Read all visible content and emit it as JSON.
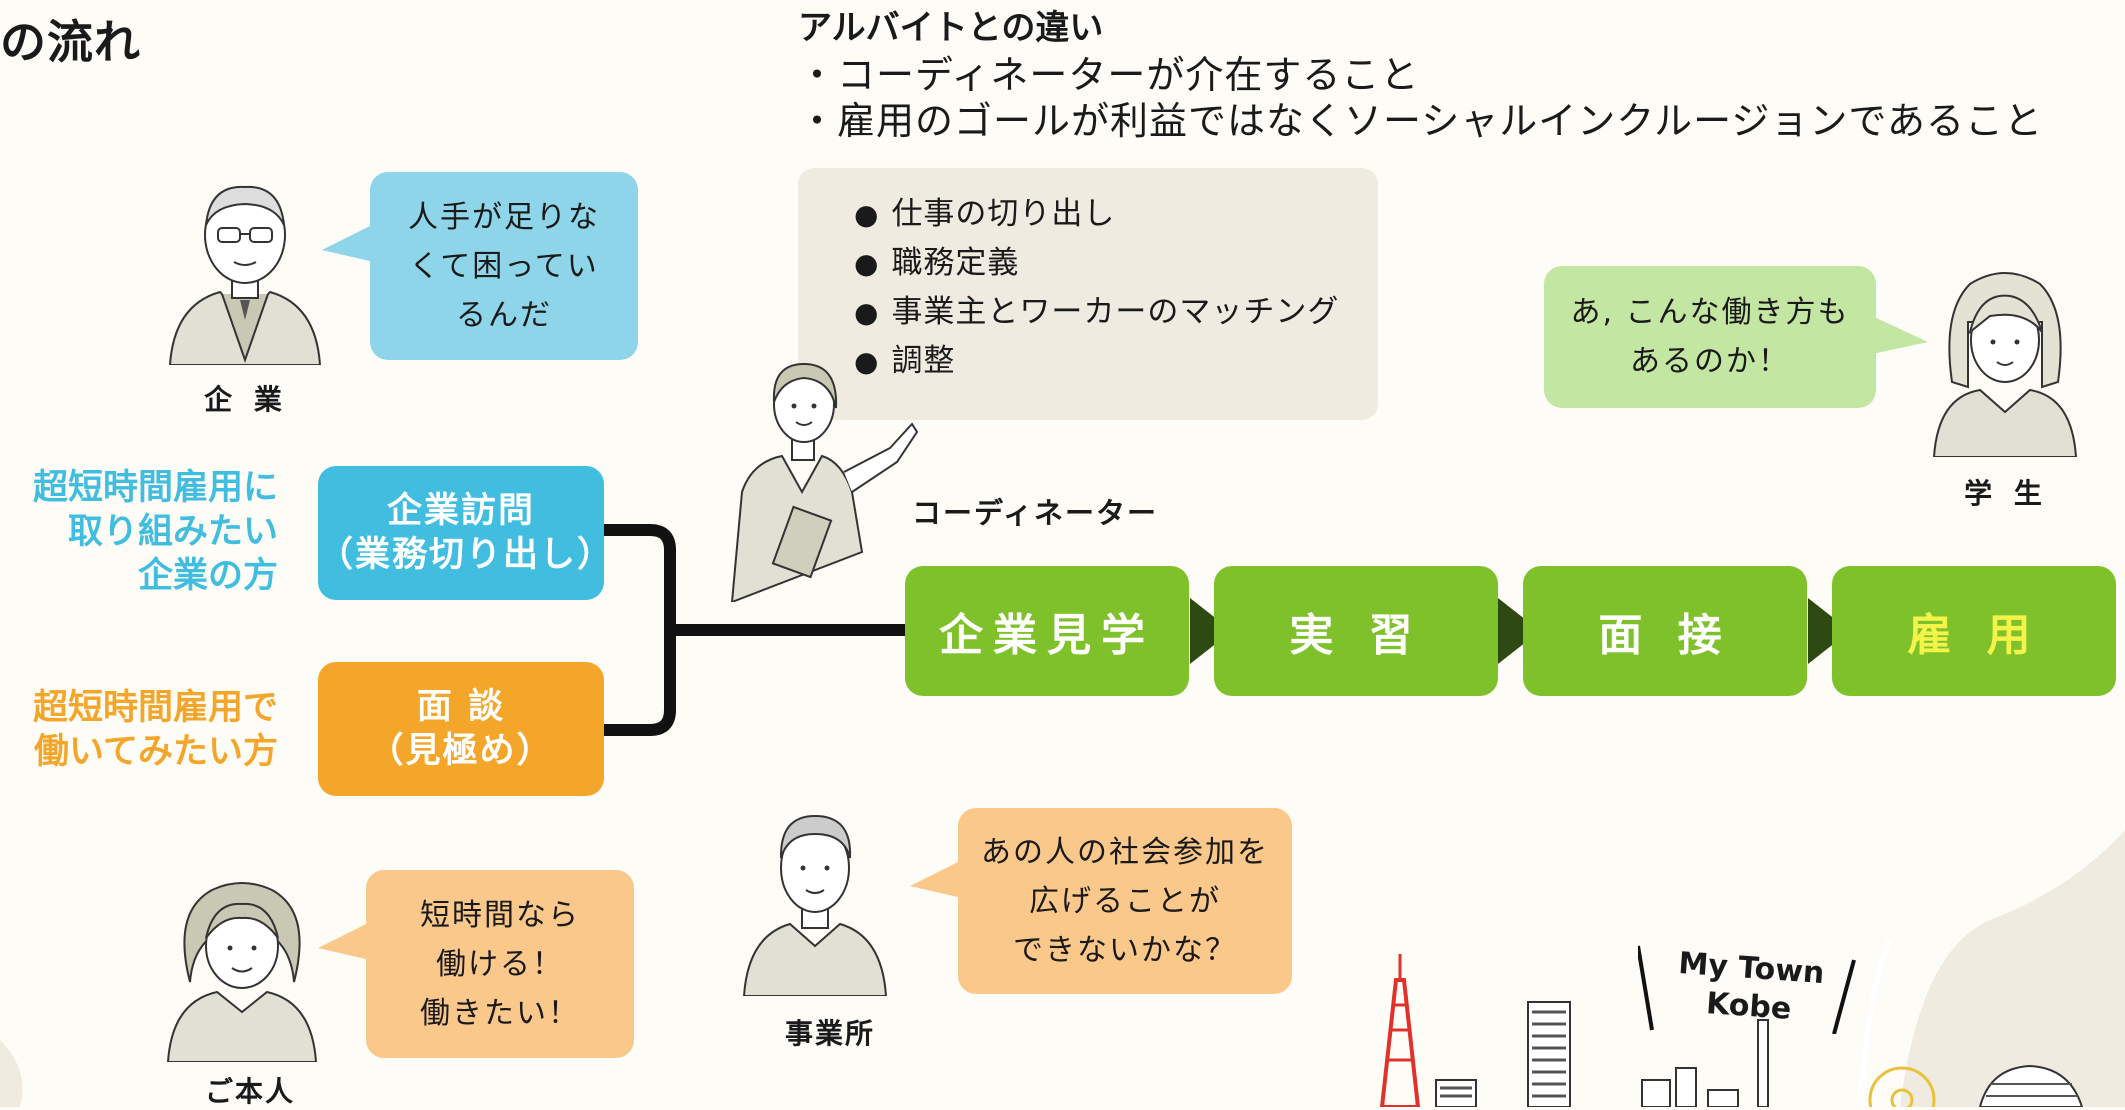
{
  "title": "の流れ",
  "difference": {
    "heading": "アルバイトとの違い",
    "points": [
      "・コーディネーターが介在すること",
      "・雇用のゴールが利益ではなくソーシャルインクルージョンであること"
    ]
  },
  "company": {
    "bubble": "人手が足りな\nくて困ってい\nるんだ",
    "label": "企 業"
  },
  "coordinator": {
    "tasks": [
      "仕事の切り出し",
      "職務定義",
      "事業主とワーカーのマッチング",
      "調整"
    ],
    "label": "コーディネーター"
  },
  "student": {
    "bubble": "あ, こんな働き方も\nあるのか！",
    "label": "学 生"
  },
  "routes": {
    "company_side": "超短時間雇用に\n取り組みたい\n企業の方",
    "company_step": "企業訪問\n（業務切り出し）",
    "person_side": "超短時間雇用で\n働いてみたい方",
    "person_step": "面 談\n（見極め）"
  },
  "steps": [
    "企業見学",
    "実 習",
    "面 接",
    "雇 用"
  ],
  "office": {
    "bubble": "あの人の社会参加を\n広げることが\nできないかな？",
    "label": "事業所"
  },
  "person": {
    "bubble": "短時間なら\n働ける！\n働きたい！",
    "label": "ご本人"
  },
  "logo_text": "My Town\nKobe",
  "colors": {
    "blue": "#41bde0",
    "orange": "#f4a62a",
    "green": "#7ec12a",
    "bubble_blue": "#8ed5ea",
    "bubble_green": "#c4e6a3",
    "bubble_orange": "#fbc88c",
    "employment_text": "#f3f34a"
  }
}
